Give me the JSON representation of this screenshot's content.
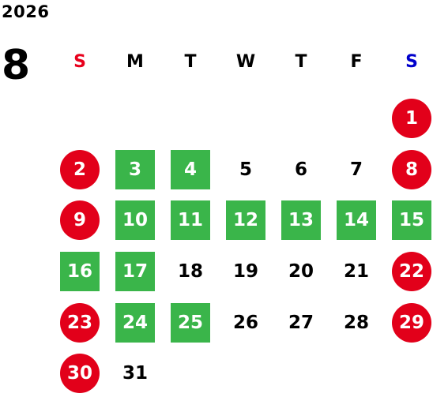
{
  "calendar": {
    "year": "2026",
    "month": "8",
    "weekdays": [
      "S",
      "M",
      "T",
      "W",
      "T",
      "F",
      "S"
    ],
    "weekday_colors": [
      "#e8001c",
      "#000000",
      "#000000",
      "#000000",
      "#000000",
      "#000000",
      "#0000cc"
    ],
    "colors": {
      "holiday_red": "#e2001a",
      "highlight_green": "#3ab54a",
      "plain_text": "#000000"
    },
    "first_weekday_index": 6,
    "days": [
      {
        "label": "1",
        "style": "red"
      },
      {
        "label": "2",
        "style": "red"
      },
      {
        "label": "3",
        "style": "green"
      },
      {
        "label": "4",
        "style": "green"
      },
      {
        "label": "5",
        "style": "plain"
      },
      {
        "label": "6",
        "style": "plain"
      },
      {
        "label": "7",
        "style": "plain"
      },
      {
        "label": "8",
        "style": "red"
      },
      {
        "label": "9",
        "style": "red"
      },
      {
        "label": "10",
        "style": "green"
      },
      {
        "label": "11",
        "style": "green"
      },
      {
        "label": "12",
        "style": "green"
      },
      {
        "label": "13",
        "style": "green"
      },
      {
        "label": "14",
        "style": "green"
      },
      {
        "label": "15",
        "style": "green"
      },
      {
        "label": "16",
        "style": "green"
      },
      {
        "label": "17",
        "style": "green"
      },
      {
        "label": "18",
        "style": "plain"
      },
      {
        "label": "19",
        "style": "plain"
      },
      {
        "label": "20",
        "style": "plain"
      },
      {
        "label": "21",
        "style": "plain"
      },
      {
        "label": "22",
        "style": "red"
      },
      {
        "label": "23",
        "style": "red"
      },
      {
        "label": "24",
        "style": "green"
      },
      {
        "label": "25",
        "style": "green"
      },
      {
        "label": "26",
        "style": "plain"
      },
      {
        "label": "27",
        "style": "plain"
      },
      {
        "label": "28",
        "style": "plain"
      },
      {
        "label": "29",
        "style": "red"
      },
      {
        "label": "30",
        "style": "red"
      },
      {
        "label": "31",
        "style": "plain"
      }
    ]
  }
}
